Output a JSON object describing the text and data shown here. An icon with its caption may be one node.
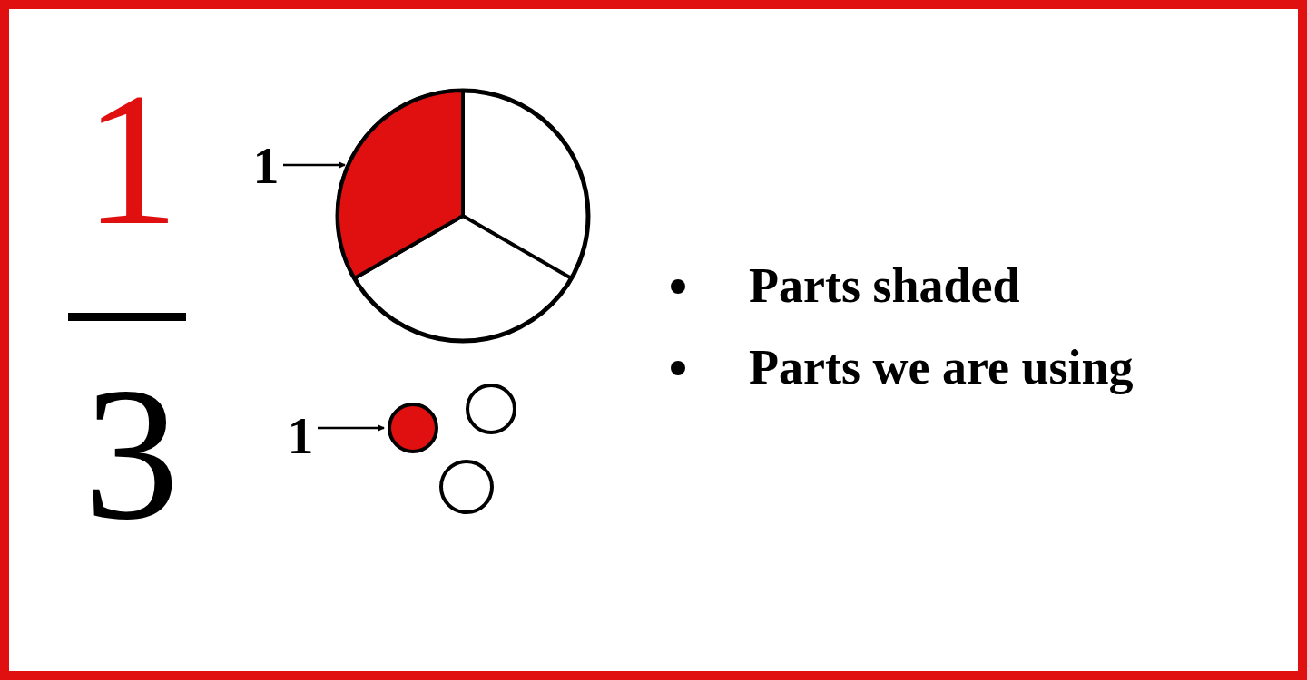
{
  "diagram": {
    "nodes": [
      {
        "text": [
          "1"
        ]
      },
      {
        "text": [],
        "shape": "wedge"
      },
      {
        "text": [
          "1"
        ]
      },
      {
        "text": [],
        "shape": "circle"
      },
      {
        "text": [],
        "shape": "circle"
      },
      {
        "text": [],
        "shape": "circle"
      }
    ],
    "edges": [
      {
        "from": 0,
        "to": 1,
        "arrow": "to"
      },
      {
        "from": 2,
        "to": 3,
        "arrow": "to"
      }
    ],
    "labels": [
      "1",
      "3",
      "Parts shaded",
      "Parts we are using"
    ]
  }
}
